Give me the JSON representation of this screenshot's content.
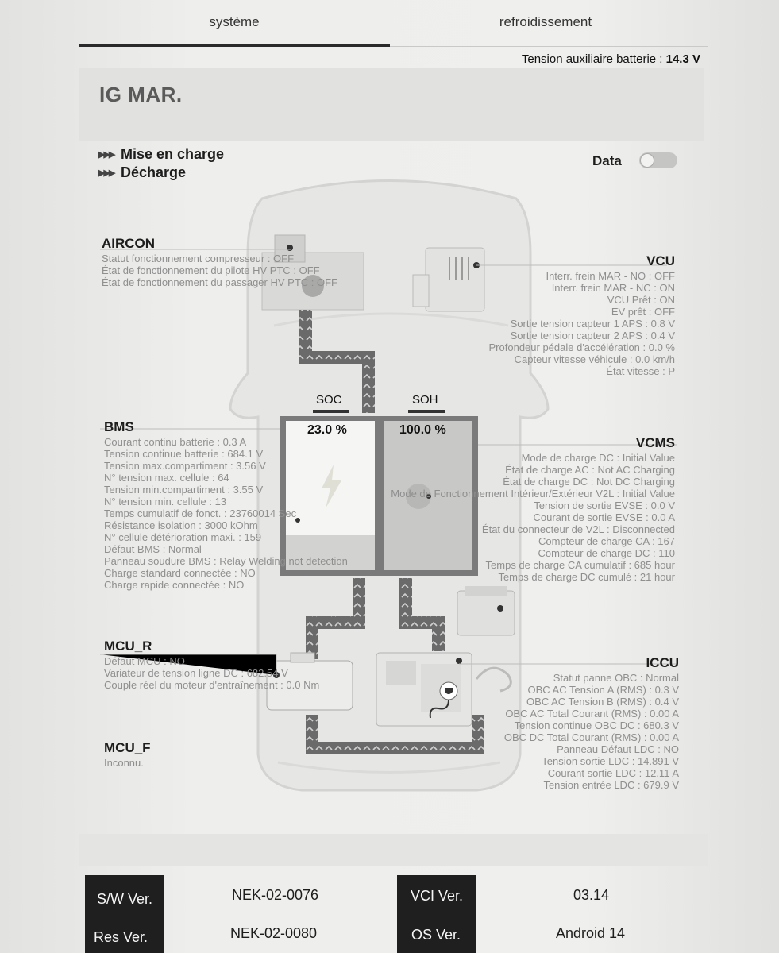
{
  "tabs": [
    "système",
    "refroidissement"
  ],
  "aux": {
    "label": "Tension auxiliaire batterie : ",
    "value": "14.3 V"
  },
  "model": "IG MAR.",
  "legend": {
    "charge": "Mise en charge",
    "discharge": "Décharge"
  },
  "data_toggle": {
    "label": "Data",
    "on": false
  },
  "soc": {
    "label": "SOC",
    "value": "23.0 %"
  },
  "soh": {
    "label": "SOH",
    "value": "100.0 %"
  },
  "aircon": {
    "title": "AIRCON",
    "lines": [
      "Statut fonctionnement compresseur : OFF",
      "État de fonctionnement du pilote HV PTC : OFF",
      "État de fonctionnement du passager HV PTC : OFF"
    ]
  },
  "vcu": {
    "title": "VCU",
    "lines": [
      "Interr. frein MAR - NO : OFF",
      "Interr. frein MAR - NC : ON",
      "VCU Prêt : ON",
      "EV prêt : OFF",
      "Sortie tension capteur 1 APS : 0.8 V",
      "Sortie tension capteur 2 APS : 0.4 V",
      "Profondeur pédale d'accélération : 0.0 %",
      "Capteur vitesse véhicule : 0.0 km/h",
      "État vitesse : P"
    ]
  },
  "bms": {
    "title": "BMS",
    "lines": [
      "Courant continu batterie : 0.3 A",
      "Tension continue batterie : 684.1 V",
      "Tension max.compartiment : 3.56 V",
      "N° tension max. cellule : 64",
      "Tension min.compartiment : 3.55 V",
      "N° tension min. cellule : 13",
      "Temps cumulatif de fonct. : 23760014 Sec",
      "Résistance isolation : 3000 kOhm",
      "N° cellule détérioration maxi. : 159",
      "Défaut BMS : Normal",
      "Panneau soudure BMS : Relay Welding not detection",
      "Charge standard connectée : NO",
      "Charge rapide connectée : NO"
    ]
  },
  "vcms": {
    "title": "VCMS",
    "lines": [
      "Mode de charge DC : Initial Value",
      "État de charge AC : Not AC Charging",
      "État de charge DC : Not DC Charging",
      "Mode de Fonctionnement Intérieur/Extérieur V2L : Initial Value",
      "Tension de sortie EVSE : 0.0 V",
      "Courant de sortie EVSE : 0.0 A",
      "État du connecteur de V2L : Disconnected",
      "Compteur de charge CA : 167",
      "Compteur de charge DC : 110",
      "Temps de charge CA cumulatif : 685 hour",
      "Temps de charge DC cumulé : 21 hour"
    ]
  },
  "mcu_r": {
    "title": "MCU_R",
    "lines": [
      "Défaut MCU : NO",
      "Variateur de tension ligne DC : 682.54 V",
      "Couple réel du moteur d'entraînement : 0.0 Nm"
    ]
  },
  "mcu_f": {
    "title": "MCU_F",
    "lines": [
      "Inconnu."
    ]
  },
  "iccu": {
    "title": "ICCU",
    "lines": [
      "Statut panne OBC : Normal",
      "OBC AC Tension A (RMS) : 0.3 V",
      "OBC AC Tension B (RMS) : 0.4 V",
      "OBC AC Total Courant (RMS) : 0.00 A",
      "Tension continue OBC DC : 680.3 V",
      "OBC DC Total Courant (RMS) : 0.00 A",
      "Panneau Défaut LDC : NO",
      "Tension sortie LDC : 14.891 V",
      "Courant sortie LDC : 12.11 A",
      "Tension entrée LDC : 679.9 V"
    ]
  },
  "footer": {
    "sw_label": "S/W Ver.",
    "sw_value": "NEK-02-0076",
    "vci_label": "VCI Ver.",
    "vci_value": "03.14",
    "res_label": "Res Ver.",
    "res_value": "NEK-02-0080",
    "os_label": "OS Ver.",
    "os_value": "Android 14"
  }
}
